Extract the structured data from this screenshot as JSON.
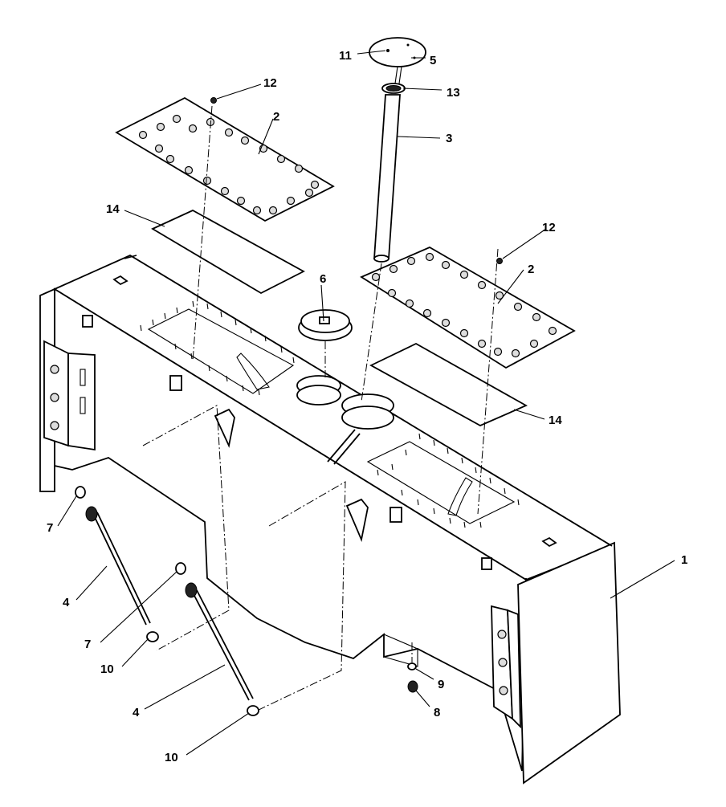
{
  "diagram": {
    "callouts": [
      {
        "id": "c11",
        "label": "11"
      },
      {
        "id": "c5",
        "label": "5"
      },
      {
        "id": "c13",
        "label": "13"
      },
      {
        "id": "c3",
        "label": "3"
      },
      {
        "id": "c12a",
        "label": "12"
      },
      {
        "id": "c2a",
        "label": "2"
      },
      {
        "id": "c14a",
        "label": "14"
      },
      {
        "id": "c12b",
        "label": "12"
      },
      {
        "id": "c2b",
        "label": "2"
      },
      {
        "id": "c6",
        "label": "6"
      },
      {
        "id": "c14b",
        "label": "14"
      },
      {
        "id": "c1",
        "label": "1"
      },
      {
        "id": "c7a",
        "label": "7"
      },
      {
        "id": "c4a",
        "label": "4"
      },
      {
        "id": "c7b",
        "label": "7"
      },
      {
        "id": "c10a",
        "label": "10"
      },
      {
        "id": "c4b",
        "label": "4"
      },
      {
        "id": "c10b",
        "label": "10"
      },
      {
        "id": "c9",
        "label": "9"
      },
      {
        "id": "c8",
        "label": "8"
      }
    ]
  }
}
